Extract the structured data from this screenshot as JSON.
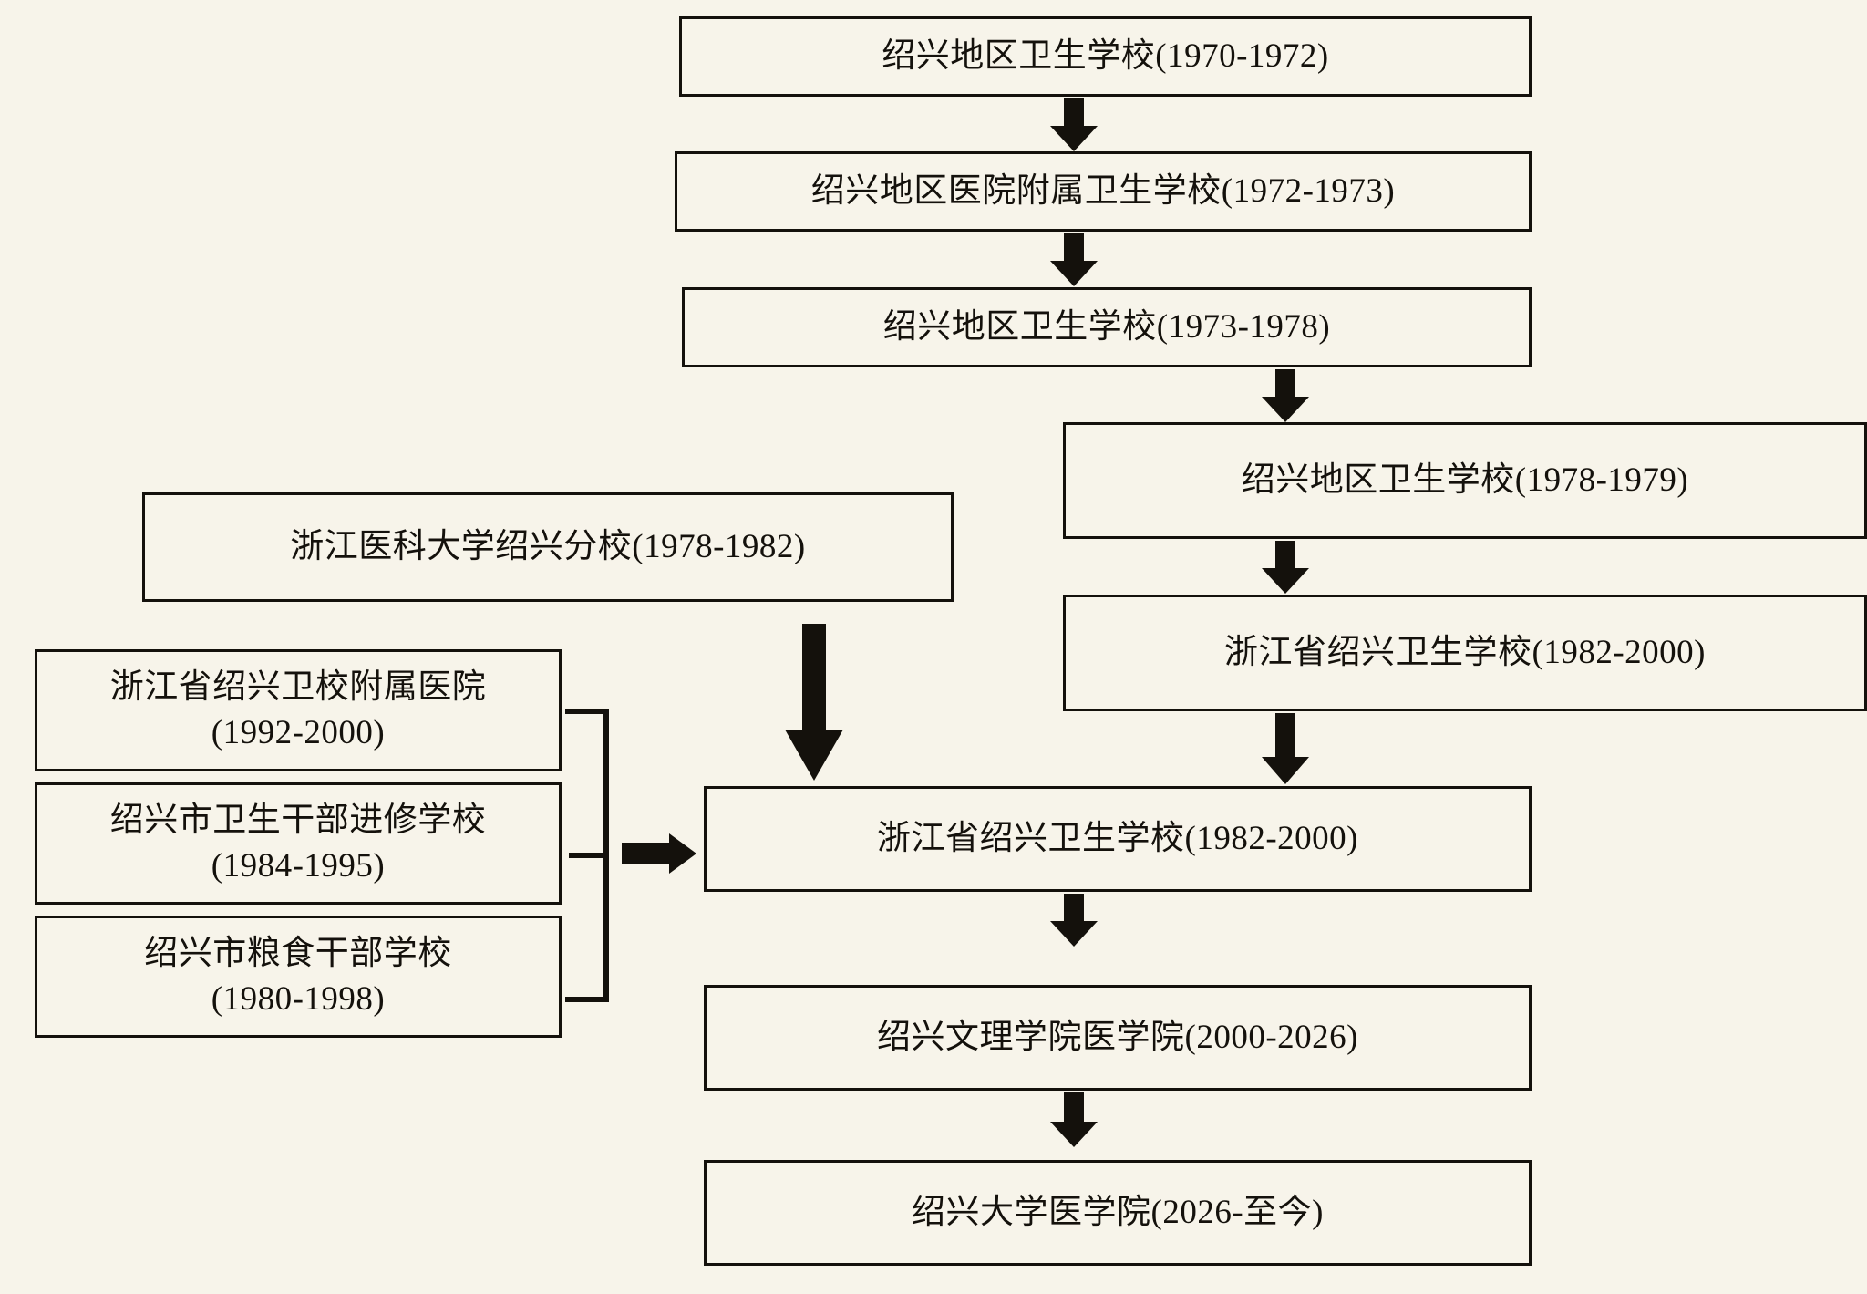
{
  "diagram": {
    "title_semantic": "institution-history-flowchart",
    "background_color": "#f7f4ea",
    "line_color": "#14110c",
    "nodes": [
      {
        "id": "n1",
        "label": "绍兴地区卫生学校(1970-1972)"
      },
      {
        "id": "n2",
        "label": "绍兴地区医院附属卫生学校(1972-1973)"
      },
      {
        "id": "n3",
        "label": "绍兴地区卫生学校(1973-1978)"
      },
      {
        "id": "n4",
        "label": "绍兴地区卫生学校(1978-1979)"
      },
      {
        "id": "n5",
        "label": "浙江省绍兴卫生学校(1982-2000)"
      },
      {
        "id": "n6",
        "label": "浙江医科大学绍兴分校(1978-1982)"
      },
      {
        "id": "n7",
        "label": "浙江省绍兴卫校附属医院\n(1992-2000)"
      },
      {
        "id": "n8",
        "label": "绍兴市卫生干部进修学校\n(1984-1995)"
      },
      {
        "id": "n9",
        "label": "绍兴市粮食干部学校\n(1980-1998)"
      },
      {
        "id": "n10",
        "label": "浙江省绍兴卫生学校(1982-2000)"
      },
      {
        "id": "n11",
        "label": "绍兴文理学院医学院(2000-2026)"
      },
      {
        "id": "n12",
        "label": "绍兴大学医学院(2026-至今)"
      }
    ],
    "connectors": [
      {
        "id": "a1",
        "kind": "arrow-down",
        "from": "n1",
        "to": "n2"
      },
      {
        "id": "a2",
        "kind": "arrow-down",
        "from": "n2",
        "to": "n3"
      },
      {
        "id": "a3",
        "kind": "arrow-down",
        "from": "n3",
        "to": "n4"
      },
      {
        "id": "a4",
        "kind": "arrow-down",
        "from": "n4",
        "to": "n5"
      },
      {
        "id": "a5",
        "kind": "arrow-down",
        "from": "n5",
        "to": "n10"
      },
      {
        "id": "a6",
        "kind": "arrow-down",
        "from": "n6",
        "to": "n10"
      },
      {
        "id": "b1",
        "kind": "bracket",
        "from": "n7,n8,n9",
        "to": "a7"
      },
      {
        "id": "a7",
        "kind": "arrow-right",
        "from": "bracket",
        "to": "n10"
      },
      {
        "id": "a8",
        "kind": "arrow-down",
        "from": "n10",
        "to": "n11"
      },
      {
        "id": "a9",
        "kind": "arrow-down",
        "from": "n11",
        "to": "n12"
      }
    ]
  }
}
